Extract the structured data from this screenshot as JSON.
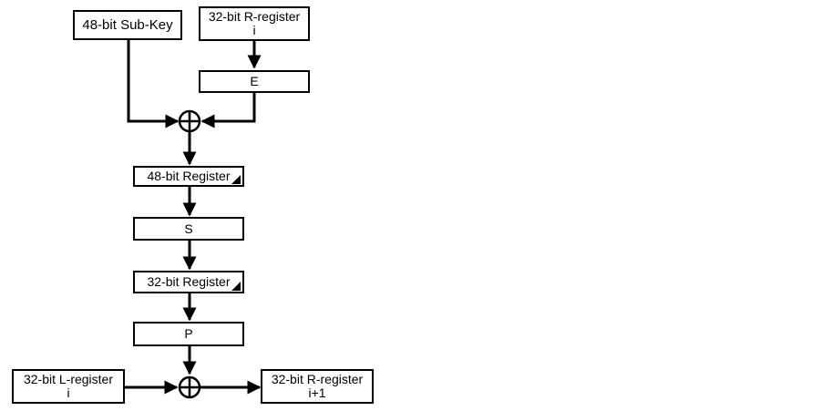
{
  "diagram": {
    "subkey": "48-bit Sub-Key",
    "r_register_in": {
      "line1": "32-bit R-register",
      "line2": "i"
    },
    "expansion": "E",
    "reg48": "48-bit Register",
    "sbox": "S",
    "reg32": "32-bit Register",
    "permutation": "P",
    "l_register": {
      "line1": "32-bit L-register",
      "line2": "i"
    },
    "r_register_out": {
      "line1": "32-bit R-register",
      "line2": "i+1"
    }
  }
}
